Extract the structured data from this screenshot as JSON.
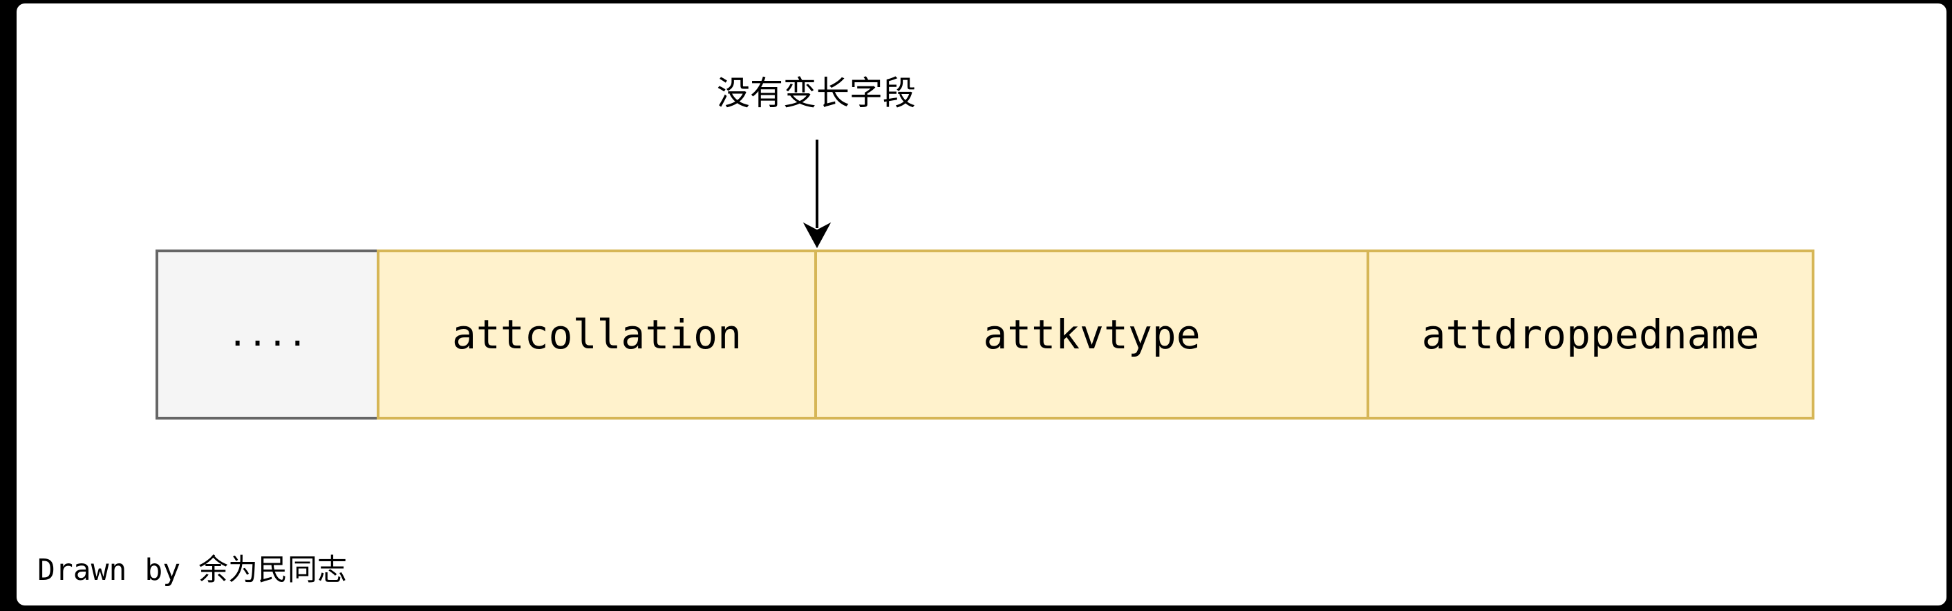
{
  "page": {
    "background": "#000000",
    "canvas_background": "#ffffff"
  },
  "annotation": {
    "text": "没有变长字段"
  },
  "row": {
    "cells": [
      {
        "label": "....",
        "style": "gray"
      },
      {
        "label": "attcollation",
        "style": "yellow"
      },
      {
        "label": "attkvtype",
        "style": "yellow"
      },
      {
        "label": "attdroppedname",
        "style": "yellow"
      }
    ]
  },
  "footer": {
    "text": "Drawn by 余为民同志"
  },
  "colors": {
    "cell_yellow_fill": "#fff2cc",
    "cell_yellow_stroke": "#d6b656",
    "cell_gray_fill": "#f5f5f5",
    "cell_gray_stroke": "#666666",
    "arrow": "#000000",
    "text": "#000000"
  }
}
